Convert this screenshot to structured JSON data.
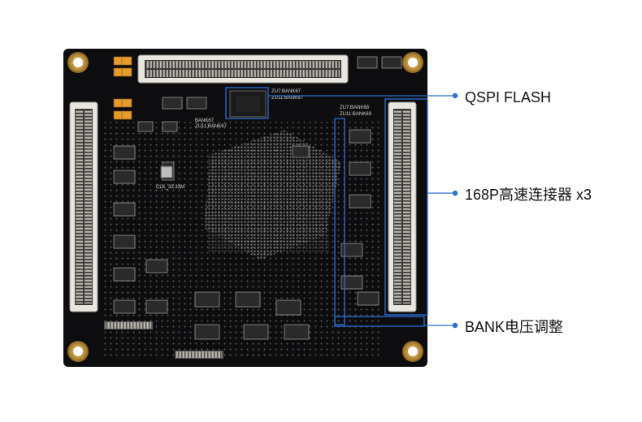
{
  "colors": {
    "board": "#0d0d0f",
    "silkscreen": "#d8d8d8",
    "gold_pad": "#c9a14a",
    "connector": "#e9e6df",
    "callout": "#2a6fdb",
    "label_text": "#111111",
    "tantalum_cap": "#e59a2a"
  },
  "board": {
    "silk_labels": {
      "bank67": "ZU7:BANK67",
      "bank67b": "ZU11:BANK67",
      "bank68": "ZU7:BANK68",
      "bank69": "ZU11:BANK69",
      "bank_left": "BANK67",
      "bank_left2": "ZU11:BANK67",
      "clk": "CLK_33.33M"
    }
  },
  "callouts": [
    {
      "id": "qspi",
      "label": "QSPI FLASH"
    },
    {
      "id": "conn",
      "label": "168P高速连接器 x3"
    },
    {
      "id": "bank",
      "label": "BANK电压调整"
    }
  ]
}
